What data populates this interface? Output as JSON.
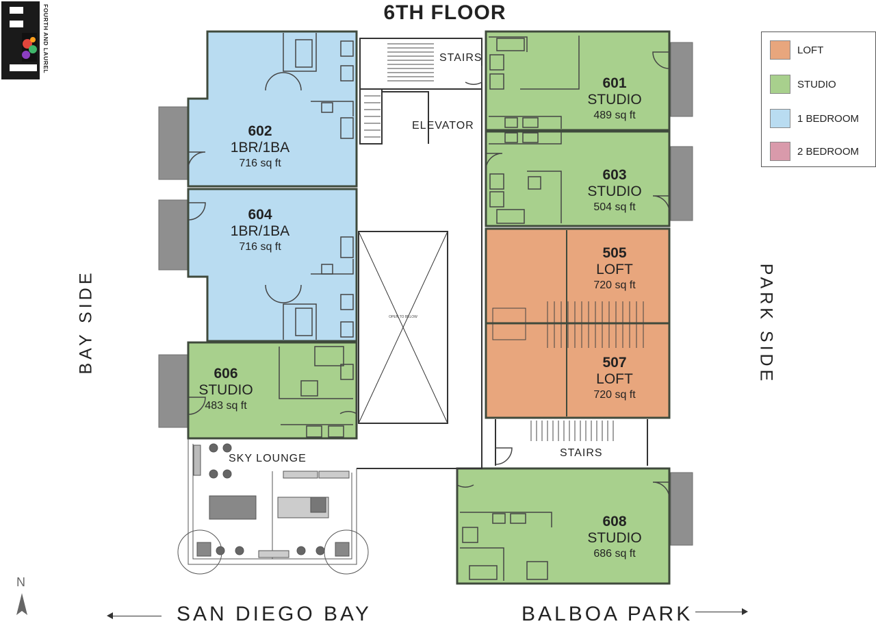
{
  "title": "6TH FLOOR",
  "logo": {
    "text": "FOURTH AND LAUREL"
  },
  "legend": [
    {
      "label": "LOFT",
      "color": "#e8a67d"
    },
    {
      "label": "STUDIO",
      "color": "#a8d08d"
    },
    {
      "label": "1 BEDROOM",
      "color": "#b9dcf1"
    },
    {
      "label": "2 BEDROOM",
      "color": "#d99aab"
    }
  ],
  "units": [
    {
      "number": "601",
      "type": "STUDIO",
      "area": "489 sq ft",
      "category": "studio"
    },
    {
      "number": "602",
      "type": "1BR/1BA",
      "area": "716 sq ft",
      "category": "one_bedroom"
    },
    {
      "number": "603",
      "type": "STUDIO",
      "area": "504 sq ft",
      "category": "studio"
    },
    {
      "number": "604",
      "type": "1BR/1BA",
      "area": "716 sq ft",
      "category": "one_bedroom"
    },
    {
      "number": "505",
      "type": "LOFT",
      "area": "720 sq ft",
      "category": "loft"
    },
    {
      "number": "507",
      "type": "LOFT",
      "area": "720 sq ft",
      "category": "loft"
    },
    {
      "number": "606",
      "type": "STUDIO",
      "area": "483 sq ft",
      "category": "studio"
    },
    {
      "number": "608",
      "type": "STUDIO",
      "area": "686 sq ft",
      "category": "studio"
    }
  ],
  "common_areas": {
    "stairs_top": "STAIRS",
    "elevator": "ELEVATOR",
    "stairs_bottom": "STAIRS",
    "sky_lounge": "SKY LOUNGE",
    "open_below": "OPEN TO BELOW"
  },
  "sides": {
    "left": "BAY SIDE",
    "right": "PARK SIDE"
  },
  "directions": {
    "left": "SAN DIEGO BAY",
    "right": "BALBOA PARK"
  },
  "compass": "N",
  "colors": {
    "wall": "#3f4a3c",
    "balcony": "#8f8f8f",
    "fixture": "#555555"
  }
}
